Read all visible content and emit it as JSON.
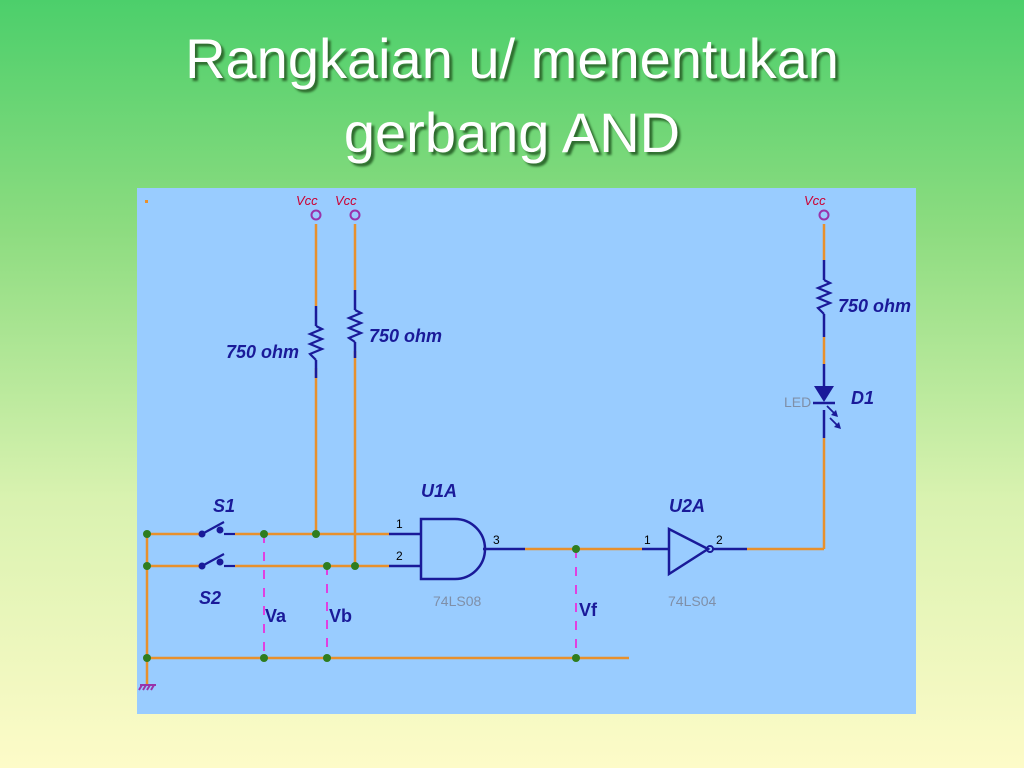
{
  "title": {
    "line1": "Rangkaian u/ menentukan",
    "line2": "gerbang AND"
  },
  "schematic": {
    "vcc_label": "Vcc",
    "resistor_label": "750 ohm",
    "switch_1": "S1",
    "switch_2": "S2",
    "and_gate_ref": "U1A",
    "and_gate_part": "74LS08",
    "not_gate_ref": "U2A",
    "not_gate_part": "74LS04",
    "led_ref": "D1",
    "led_type": "LED",
    "probe_a": "Va",
    "probe_b": "Vb",
    "probe_f": "Vf",
    "pins": {
      "and_in_1": "1",
      "and_in_2": "2",
      "and_out": "3",
      "not_in": "1",
      "not_out": "2"
    },
    "colors": {
      "wire": "#e8902c",
      "component": "#1a1a99",
      "vcc": "#cc0033",
      "node": "#2e7d1f",
      "probe_line": "#e040e0"
    }
  }
}
